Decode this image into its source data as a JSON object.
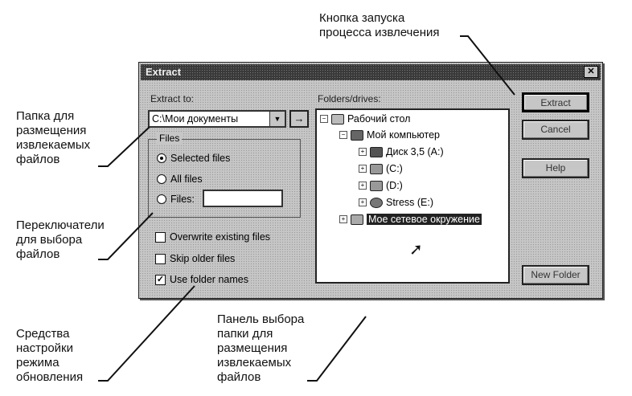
{
  "callouts": {
    "extract_button": [
      "Кнопка запуска",
      "процесса извлечения"
    ],
    "folder": [
      "Папка для",
      "размещения",
      "извлекаемых",
      "файлов"
    ],
    "switches": [
      "Переключатели",
      "для выбора",
      "файлов"
    ],
    "update": [
      "Средства",
      "настройки",
      "режима",
      "обновления"
    ],
    "panel": [
      "Панель выбора",
      "папки для",
      "размещения",
      "извлекаемых",
      "файлов"
    ]
  },
  "dialog": {
    "title": "Extract",
    "close_glyph": "✕",
    "extract_to_label": "Extract to:",
    "path_value": "C:\\Мои документы",
    "combo_arrow": "▼",
    "go_glyph": "→",
    "files_group": "Files",
    "radio_selected_files": "Selected files",
    "radio_all_files": "All files",
    "radio_files": "Files:",
    "files_value": "",
    "overwrite": "Overwrite existing files",
    "skip_older": "Skip older files",
    "use_folder_names": "Use folder names",
    "checkmark": "✓",
    "folders_label": "Folders/drives:",
    "tree": {
      "desktop": "Рабочий стол",
      "computer": "Мой компьютер",
      "floppy": "Диск 3,5 (A:)",
      "c_drive": "(C:)",
      "d_drive": "(D:)",
      "e_drive": "Stress (E:)",
      "network": "Мое сетевое окружение",
      "minus": "−",
      "plus": "+"
    },
    "buttons": {
      "extract": "Extract",
      "cancel": "Cancel",
      "help": "Help",
      "new_folder": "New Folder"
    }
  }
}
